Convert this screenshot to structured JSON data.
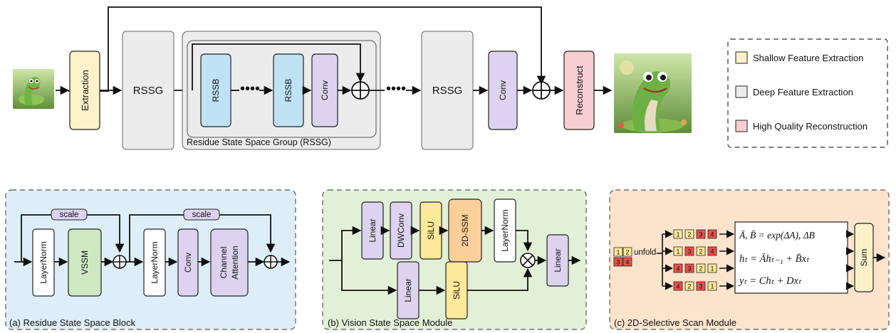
{
  "top": {
    "extraction": "Extraction",
    "rssg_1": "RSSG",
    "rssb_1": "RSSB",
    "rssb_2": "RSSB",
    "conv_inner": "Conv",
    "rssg_2": "RSSG",
    "conv_outer": "Conv",
    "reconstruct": "Reconstruct",
    "group_label": "Residue State Space Group (RSSG)"
  },
  "legend": {
    "items": [
      {
        "label": "Shallow Feature Extraction",
        "color": "#fdf1c9"
      },
      {
        "label": "Deep Feature Extraction",
        "color": "#ececec"
      },
      {
        "label": "High Quality Reconstruction",
        "color": "#f7cfd2"
      }
    ]
  },
  "panel_a": {
    "caption": "(a) Residue State Space Block",
    "scale_1": "scale",
    "scale_2": "scale",
    "layernorm_1": "LayerNorm",
    "vssm": "VSSM",
    "layernorm_2": "LayerNorm",
    "conv": "Conv",
    "channel_attention_1": "Channel",
    "channel_attention_2": "Attention",
    "bg": "#ddeef8"
  },
  "panel_b": {
    "caption": "(b) Vision State Space Module",
    "linear_1": "Linear",
    "dwconv": "DWConv",
    "silu_1": "SiLU",
    "ssm": "2D-SSM",
    "layernorm": "LayerNorm",
    "linear_2": "Linear",
    "silu_2": "SiLU",
    "linear_out": "Linear",
    "bg": "#e3f0d8"
  },
  "panel_c": {
    "caption": "(c) 2D-Selective Scan Module",
    "unfold": "unfold",
    "grid_in": [
      "1",
      "2",
      "3",
      "4"
    ],
    "scan_rows": [
      [
        "1",
        "2",
        "3",
        "4"
      ],
      [
        "1",
        "3",
        "2",
        "4"
      ],
      [
        "4",
        "3",
        "2",
        "1"
      ],
      [
        "4",
        "2",
        "3",
        "1"
      ]
    ],
    "eq1": "Ā, B̄ = exp(ΔA), ΔB",
    "eq2": "hₜ = Āhₜ₋₁ + B̄xₜ",
    "eq3": "yₜ = Chₜ + Dxₜ",
    "sum": "Sum",
    "bg": "#fbe3cc"
  }
}
